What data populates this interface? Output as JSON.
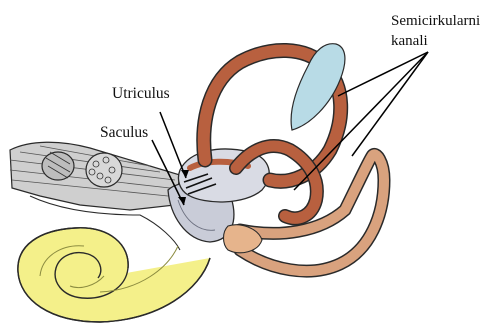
{
  "labels": {
    "semicircular_line1": "Semicirkularni",
    "semicircular_line2": "kanali",
    "utriculus": "Utriculus",
    "saculus": "Saculus"
  },
  "colors": {
    "canal_fill": "#b8603f",
    "canal_light": "#d9a27e",
    "ampulla_blue": "#b8dbe6",
    "cochlea_yellow": "#f4f08a",
    "vestibule_grey": "#c9ccd8",
    "nerve_grey": "#c8c8c8",
    "outline": "#2a2a2a"
  }
}
